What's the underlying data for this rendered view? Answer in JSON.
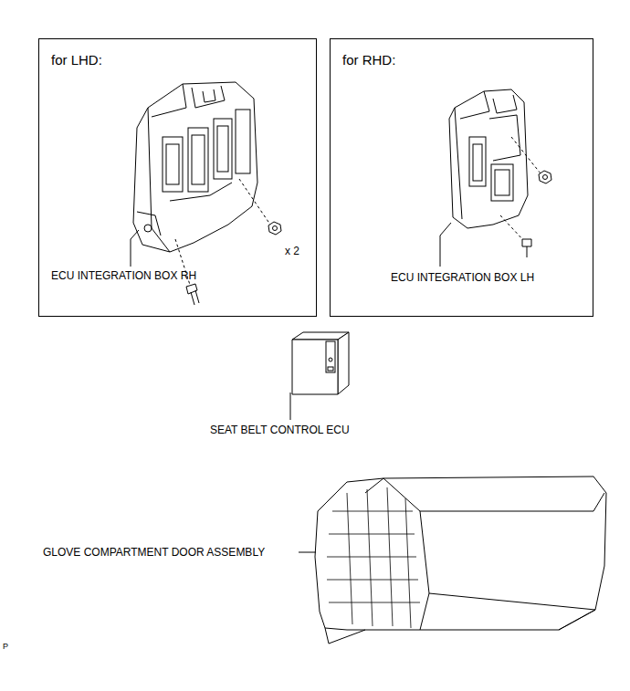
{
  "diagram": {
    "nodes": [
      {
        "text": [
          "for LHD:",
          "x 2",
          "ECU INTEGRATION BOX RH"
        ]
      },
      {
        "text": [
          "for RHD:",
          "ECU INTEGRATION BOX LH"
        ]
      }
    ],
    "labels": [
      "SEAT BELT CONTROL ECU",
      "GLOVE COMPARTMENT DOOR ASSEMBLY",
      "P"
    ]
  }
}
